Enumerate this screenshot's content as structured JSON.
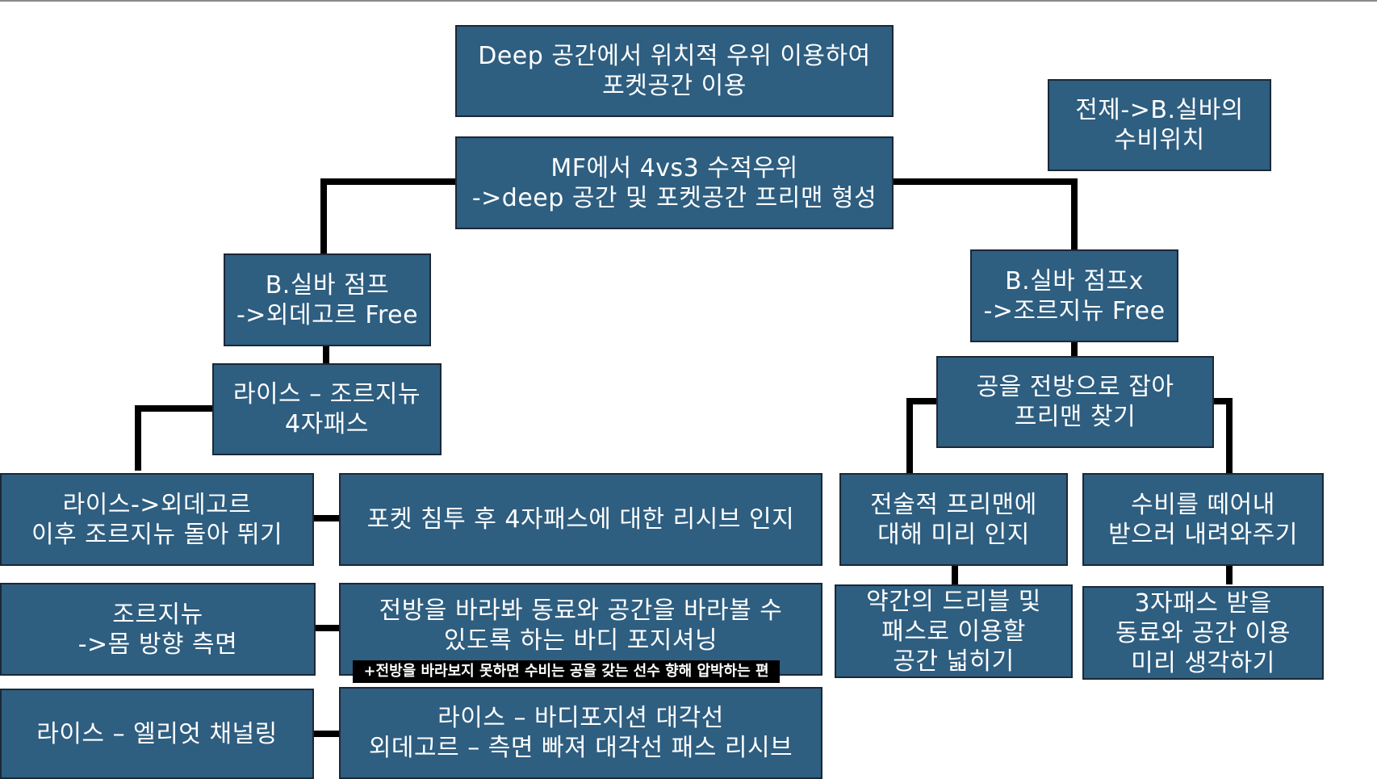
{
  "diagram": {
    "nodes": [
      {
        "id": "n1",
        "lines": [
          "Deep 공간에서 위치적 우위 이용하여",
          "포켓공간 이용"
        ]
      },
      {
        "id": "n2",
        "lines": [
          "전제->B.실바의",
          "수비위치"
        ]
      },
      {
        "id": "n3",
        "lines": [
          "MF에서 4vs3 수적우위",
          "->deep 공간 및 포켓공간 프리맨 형성"
        ]
      },
      {
        "id": "n4",
        "lines": [
          "B.실바 점프",
          "->외데고르 Free"
        ]
      },
      {
        "id": "n5",
        "lines": [
          "B.실바 점프x",
          "->조르지뉴 Free"
        ]
      },
      {
        "id": "n6",
        "lines": [
          "라이스 – 조르지뉴",
          "4자패스"
        ]
      },
      {
        "id": "n7",
        "lines": [
          "공을 전방으로 잡아",
          "프리맨 찾기"
        ]
      },
      {
        "id": "n8",
        "lines": [
          "라이스->외데고르",
          "이후 조르지뉴 돌아 뛰기"
        ]
      },
      {
        "id": "n9",
        "lines": [
          "포켓 침투 후 4자패스에 대한 리시브 인지"
        ]
      },
      {
        "id": "n10",
        "lines": [
          "전술적 프리맨에",
          "대해 미리 인지"
        ]
      },
      {
        "id": "n11",
        "lines": [
          "수비를 떼어내",
          "받으러 내려와주기"
        ]
      },
      {
        "id": "n12",
        "lines": [
          "조르지뉴",
          "->몸 방향 측면"
        ]
      },
      {
        "id": "n13",
        "lines": [
          "전방을 바라봐 동료와 공간을 바라볼 수",
          "있도록 하는 바디 포지셔닝"
        ]
      },
      {
        "id": "n14",
        "lines": [
          "약간의 드리블 및",
          "패스로 이용할",
          "공간 넓히기"
        ]
      },
      {
        "id": "n15",
        "lines": [
          "3자패스 받을",
          "동료와 공간 이용",
          "미리 생각하기"
        ]
      },
      {
        "id": "n16",
        "lines": [
          "라이스 – 엘리엇 채널링"
        ]
      },
      {
        "id": "n17",
        "lines": [
          "라이스 – 바디포지션 대각선",
          "외데고르 – 측면 빠져 대각선 패스 리시브"
        ]
      }
    ],
    "note": "+전방을 바라보지 못하면 수비는 공을 갖는 선수 향해 압박하는 편"
  }
}
